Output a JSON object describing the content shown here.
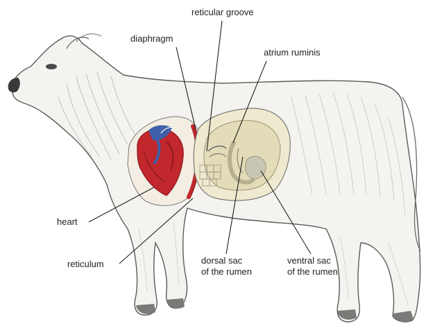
{
  "labels": {
    "reticular_groove": "reticular groove",
    "diaphragm": "diaphragm",
    "atrium_ruminis": "atrium ruminis",
    "heart": "heart",
    "reticulum": "reticulum",
    "dorsal_sac": [
      "dorsal sac",
      "of the rumen"
    ],
    "ventral_sac": [
      "ventral sac",
      "of the rumen"
    ]
  },
  "colors": {
    "body_outline": "#5a5a5a",
    "body_fill": "#f4f3ef",
    "shading": "#b9b9b6",
    "heart_red": "#c1272d",
    "heart_dark": "#8e1b1f",
    "vessel_blue": "#3f5fa8",
    "rumen_fill": "#efe9cf",
    "rumen_inner": "#e3dcb8",
    "rumen_shadow": "#b7b08f",
    "leader_line": "#1e1e1e",
    "label_text": "#1e1e1e"
  }
}
